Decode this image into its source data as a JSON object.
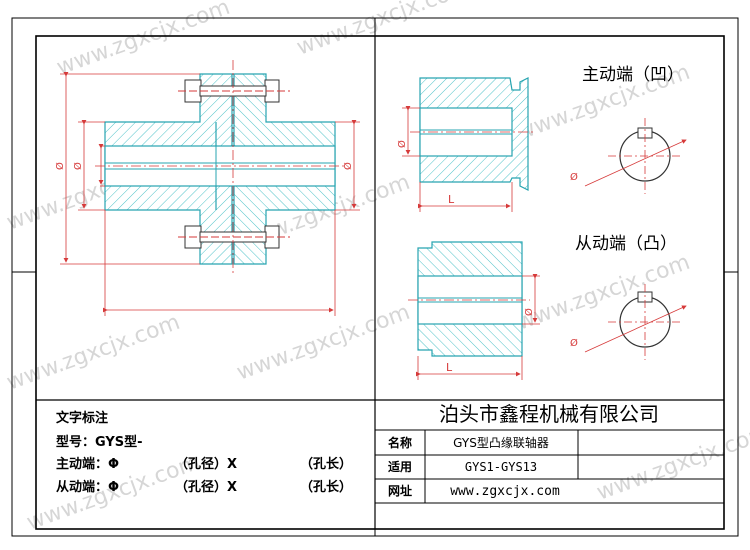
{
  "drawing": {
    "section_drive": "主动端（凹）",
    "section_driven": "从动端（凸）",
    "diameter_symbol": "Ø",
    "length_symbol": "L"
  },
  "notes": {
    "title": "文字标注",
    "model": "型号：GYS型-",
    "drive": "主动端：Φ",
    "driven": "从动端：Φ",
    "bore": "（孔径）X",
    "length": "（孔长）"
  },
  "title_block": {
    "company": "泊头市鑫程机械有限公司",
    "name_label": "名称",
    "name_value": "GYS型凸缘联轴器",
    "apply_label": "适用",
    "apply_value": "GYS1-GYS13",
    "site_label": "网址",
    "site_value": "www.zgxcjx.com"
  },
  "watermark": "www.zgxcjx.com",
  "colors": {
    "body": "#27a4b0",
    "hatch": "#2fb3bd",
    "dim": "#d63a3a",
    "frame": "#000000"
  }
}
